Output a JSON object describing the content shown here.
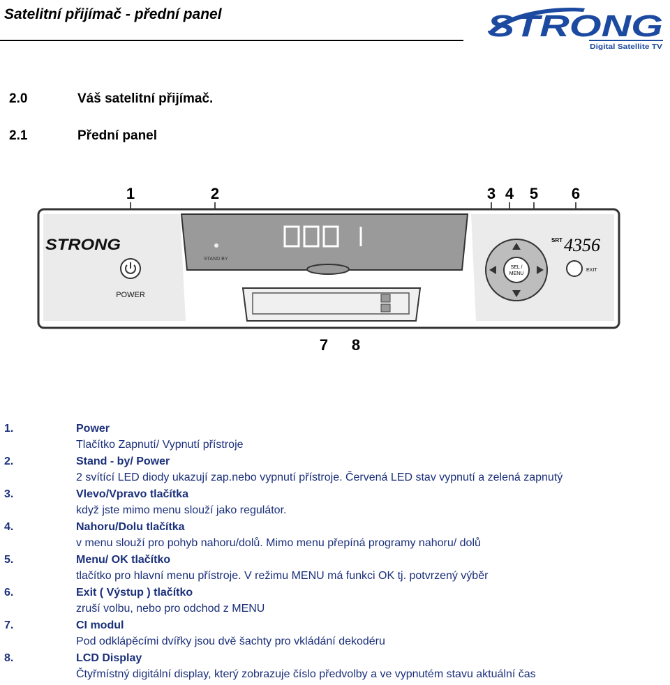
{
  "header": {
    "title": "Satelitní přijímač - přední panel",
    "logo_text": "STRONG",
    "logo_subtext": "Digital Satellite TV"
  },
  "sections": [
    {
      "number": "2.0",
      "title": "Váš satelitní přijímač."
    },
    {
      "number": "2.1",
      "title": "Přední panel"
    }
  ],
  "figure": {
    "callouts": [
      "1",
      "2",
      "3",
      "4",
      "5",
      "6",
      "7",
      "8"
    ],
    "device_brand": "STRONG",
    "model": "4356",
    "model_prefix": "SRT",
    "power_label": "POWER",
    "standby_label": "STAND BY",
    "menu_label_1": "SEL /",
    "menu_label_2": "MENU",
    "exit_label": "EXIT"
  },
  "colors": {
    "text": "#1a2f7a",
    "logo": "#1c4aa0"
  },
  "items": [
    {
      "number": "1.",
      "title": "Power",
      "desc": "Tlačítko Zapnutí/ Vypnutí přístroje"
    },
    {
      "number": "2.",
      "title": "Stand - by/ Power",
      "desc": "2 svítící LED diody ukazují zap.nebo vypnutí přístroje. Červená LED stav vypnutí a zelená zapnutý"
    },
    {
      "number": "3.",
      "title": "Vlevo/Vpravo tlačítka",
      "desc": "když jste mimo menu slouží jako regulátor."
    },
    {
      "number": "4.",
      "title": "Nahoru/Dolu tlačítka",
      "desc": "v menu slouží pro pohyb nahoru/dolů. Mimo menu přepíná programy nahoru/ dolů"
    },
    {
      "number": "5.",
      "title": "Menu/ OK tlačítko",
      "desc": "tlačítko pro hlavní menu přístroje. V režimu MENU má funkci OK tj. potvrzený výběr"
    },
    {
      "number": "6.",
      "title": "Exit ( Výstup ) tlačítko",
      "desc": "zruší volbu, nebo pro odchod z MENU"
    },
    {
      "number": "7.",
      "title": "CI modul",
      "desc": "Pod odklápěcími dvířky jsou dvě šachty pro vkládání dekodéru"
    },
    {
      "number": "8.",
      "title": "LCD Display",
      "desc": "Čtyřmístný digitální display, který zobrazuje číslo předvolby a ve vypnutém stavu aktuální čas"
    }
  ]
}
